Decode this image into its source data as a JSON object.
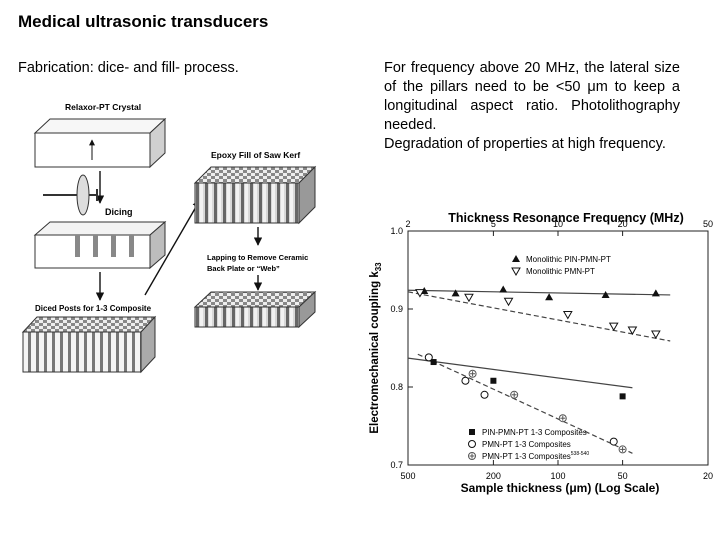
{
  "slide": {
    "title": "Medical ultrasonic transducers",
    "subtitle": "Fabrication: dice- and fill- process.",
    "paragraph1": "For frequency above 20 MHz, the lateral size of the pillars need to be <50 μm to keep a longitudinal aspect ratio. Photolithography needed.",
    "paragraph2": "Degradation of properties at high frequency."
  },
  "diagram": {
    "label_crystal": "Relaxor-PT Crystal",
    "label_dicing": "Dicing",
    "label_epoxy": "Epoxy Fill of Saw Kerf",
    "label_lapping_1": "Lapping to Remove Ceramic",
    "label_lapping_2": "Back Plate or “Web”",
    "label_posts": "Diced Posts for 1-3 Composite"
  },
  "chart_data": {
    "type": "scatter",
    "title": "Thickness Resonance Frequency (MHz)",
    "xlabel": "Sample thickness (μm) (Log Scale)",
    "ylabel": "Electromechanical coupling k",
    "ylabel_sub": "33",
    "x_scale": "log",
    "x_reversed": true,
    "xlim": [
      500,
      20
    ],
    "ylim": [
      0.7,
      1.0
    ],
    "x_ticks": [
      "500",
      "200",
      "100",
      "50",
      "20"
    ],
    "y_ticks": [
      "1.0",
      "0.9",
      "0.8",
      "0.7"
    ],
    "top_ticks": [
      "2",
      "5",
      "10",
      "20",
      "50"
    ],
    "series": [
      {
        "name": "Monolithic PIN-PMN-PT",
        "marker": "triangle-up",
        "points": [
          [
            420,
            0.923
          ],
          [
            300,
            0.92
          ],
          [
            180,
            0.925
          ],
          [
            110,
            0.915
          ],
          [
            60,
            0.918
          ],
          [
            35,
            0.92
          ]
        ],
        "trend": [
          [
            500,
            0.924
          ],
          [
            30,
            0.918
          ]
        ]
      },
      {
        "name": "Monolithic PMN-PT",
        "marker": "triangle-down",
        "points": [
          [
            440,
            0.921
          ],
          [
            260,
            0.915
          ],
          [
            170,
            0.91
          ],
          [
            90,
            0.893
          ],
          [
            55,
            0.878
          ],
          [
            45,
            0.873
          ],
          [
            35,
            0.868
          ]
        ],
        "trend": [
          [
            500,
            0.922
          ],
          [
            30,
            0.859
          ]
        ]
      },
      {
        "name": "PIN-PMN-PT 1-3 Composites",
        "marker": "square-filled",
        "points": [
          [
            380,
            0.832
          ],
          [
            200,
            0.808
          ],
          [
            50,
            0.788
          ]
        ],
        "trend": [
          [
            500,
            0.837
          ],
          [
            45,
            0.799
          ]
        ]
      },
      {
        "name": "PMN-PT 1-3 Composites",
        "marker": "circle-open",
        "points": [
          [
            400,
            0.838
          ],
          [
            270,
            0.808
          ],
          [
            220,
            0.79
          ],
          [
            55,
            0.73
          ]
        ],
        "trend": [
          [
            450,
            0.842
          ],
          [
            45,
            0.715
          ]
        ]
      },
      {
        "name": "PMN-PT 1-3 Composites",
        "name_superscript": "538-540",
        "marker": "circle-cross",
        "points": [
          [
            250,
            0.817
          ],
          [
            160,
            0.79
          ],
          [
            95,
            0.76
          ],
          [
            50,
            0.72
          ]
        ],
        "trend": []
      }
    ]
  }
}
